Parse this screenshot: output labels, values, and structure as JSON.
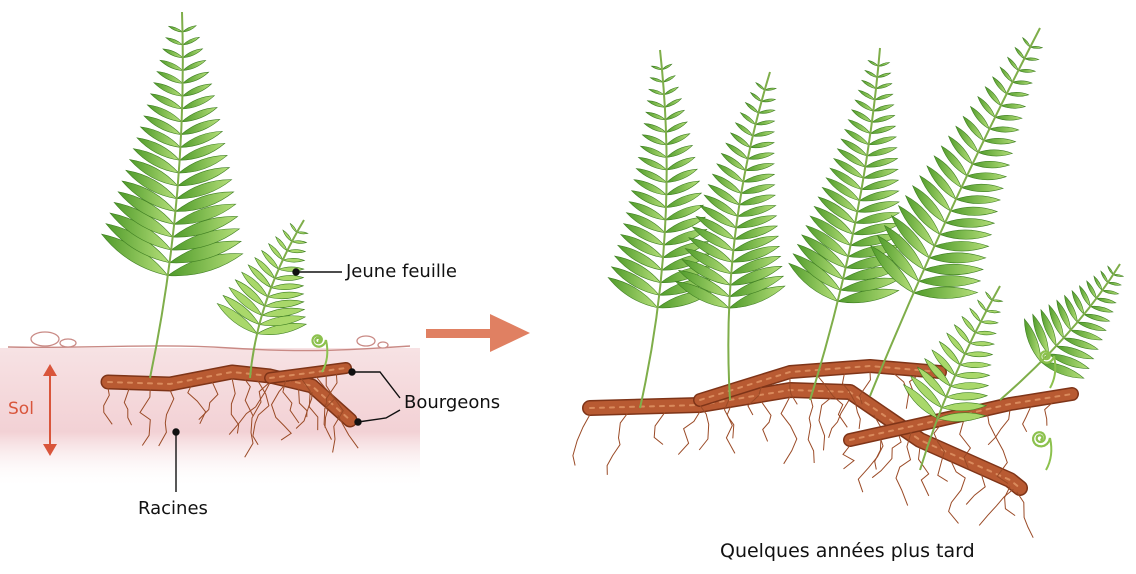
{
  "labels": {
    "young_leaf": "Jeune feuille",
    "buds": "Bourgeons",
    "soil": "Sol",
    "roots": "Racines",
    "later": "Quelques années plus tard"
  },
  "colors": {
    "soil_band": "#f3d6d8",
    "rhizome": "#b85a32",
    "rhizome_dark": "#7e3418",
    "frond": "#6bb83a",
    "frond_light": "#a9d86a",
    "arrow": "#e08062",
    "soil_marker": "#d9553b",
    "leader": "#111111"
  }
}
